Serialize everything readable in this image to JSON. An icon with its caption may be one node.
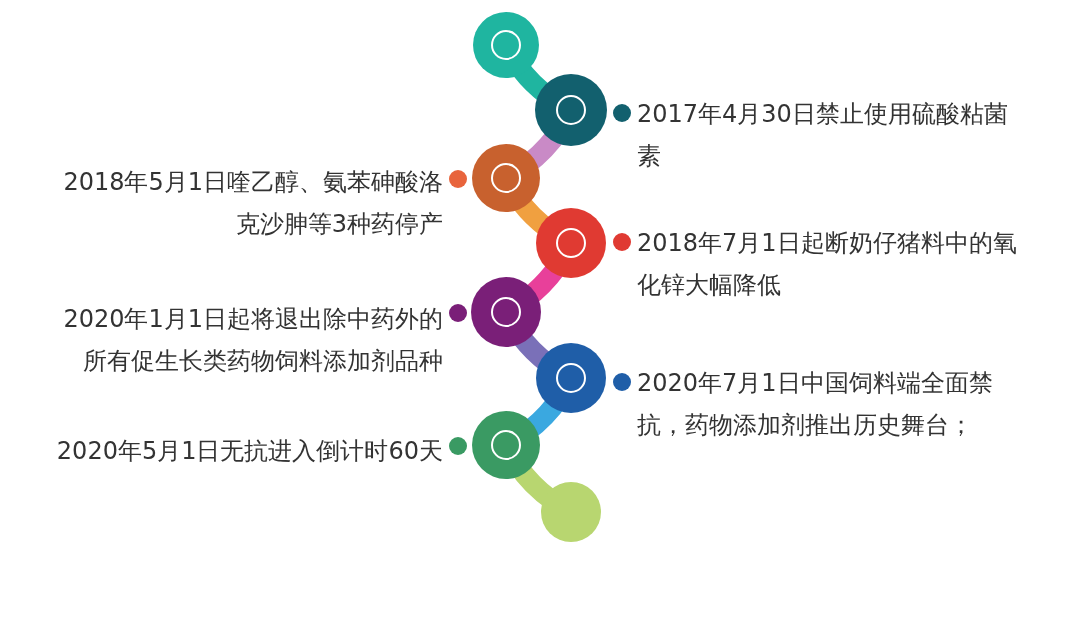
{
  "diagram": {
    "labels": [
      "2017年4月30日禁止使用硫酸粘菌素",
      "2018年5月1日喹乙醇、氨苯砷酸洛克沙胂等3种药停产",
      "2018年7月1日起断奶仔猪料中的氧化锌大幅降低",
      "2020年1月1日起将退出除中药外的所有促生长类药物饲料添加剂品种",
      "2020年7月1日中国饲料端全面禁抗，药物添加剂推出历史舞台；",
      "2020年5月1日无抗进入倒计时60天"
    ]
  }
}
